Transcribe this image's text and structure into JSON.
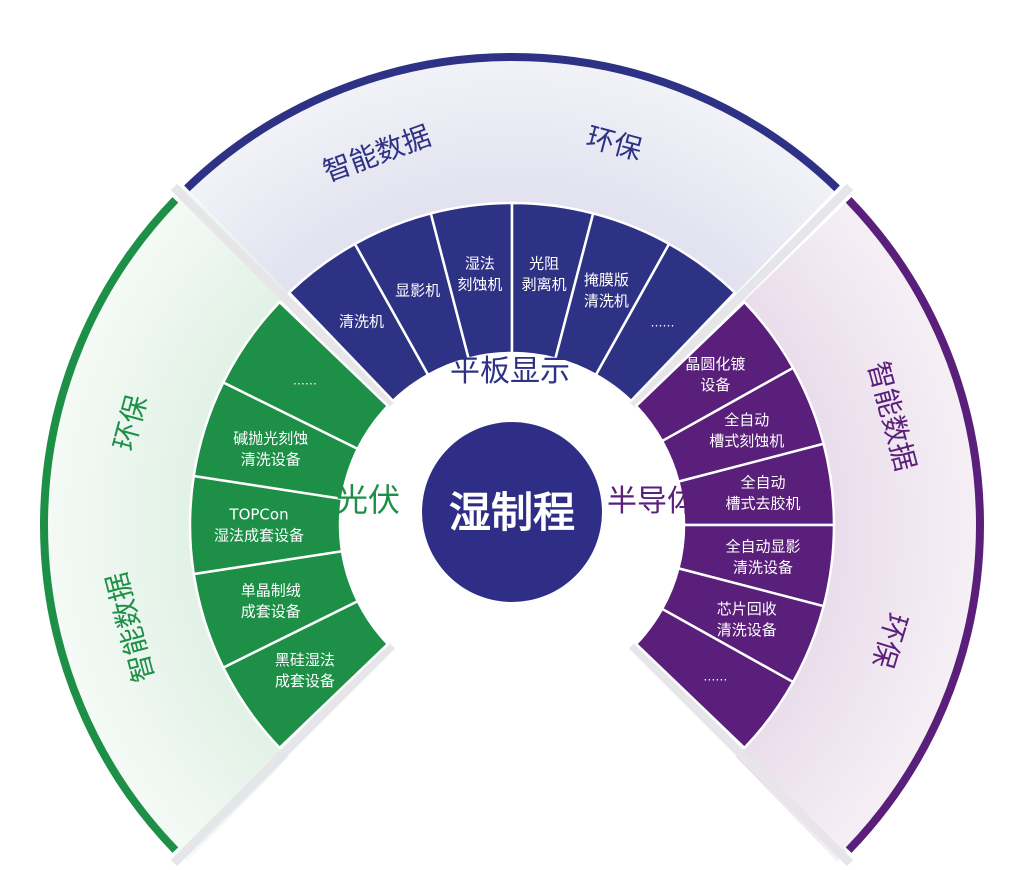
{
  "center": {
    "title": "湿制程"
  },
  "colors": {
    "center": "#2e2e86",
    "green": "#1e8f47",
    "blue": "#2e3285",
    "purple": "#5a1f7a",
    "green_bg": "#eaf4ec",
    "blue_bg": "#e5e5f1",
    "purple_bg": "#efe4ef",
    "gap": "#e6e6ea"
  },
  "sectors": [
    {
      "key": "pv",
      "label": "光伏",
      "color": "green",
      "outer_labels": [
        "环保",
        "智能数据"
      ],
      "items": [
        [
          "黑硅湿法",
          "成套设备"
        ],
        [
          "单晶制绒",
          "成套设备"
        ],
        [
          "TOPCon",
          "湿法成套设备"
        ],
        [
          "碱抛光刻蚀",
          "清洗设备"
        ],
        [
          "……"
        ]
      ]
    },
    {
      "key": "fpd",
      "label": "平板显示",
      "color": "blue",
      "outer_labels": [
        "智能数据",
        "环保"
      ],
      "items": [
        [
          "清洗机"
        ],
        [
          "显影机"
        ],
        [
          "湿法",
          "刻蚀机"
        ],
        [
          "光阻",
          "剥离机"
        ],
        [
          "掩膜版",
          "清洗机"
        ],
        [
          "……"
        ]
      ]
    },
    {
      "key": "semi",
      "label": "半导体",
      "color": "purple",
      "outer_labels": [
        "智能数据",
        "环保"
      ],
      "items": [
        [
          "晶圆化镀",
          "设备"
        ],
        [
          "全自动",
          "槽式刻蚀机"
        ],
        [
          "全自动",
          "槽式去胶机"
        ],
        [
          "全自动显影",
          "清洗设备"
        ],
        [
          "芯片回收",
          "清洗设备"
        ],
        [
          "……"
        ]
      ]
    }
  ]
}
